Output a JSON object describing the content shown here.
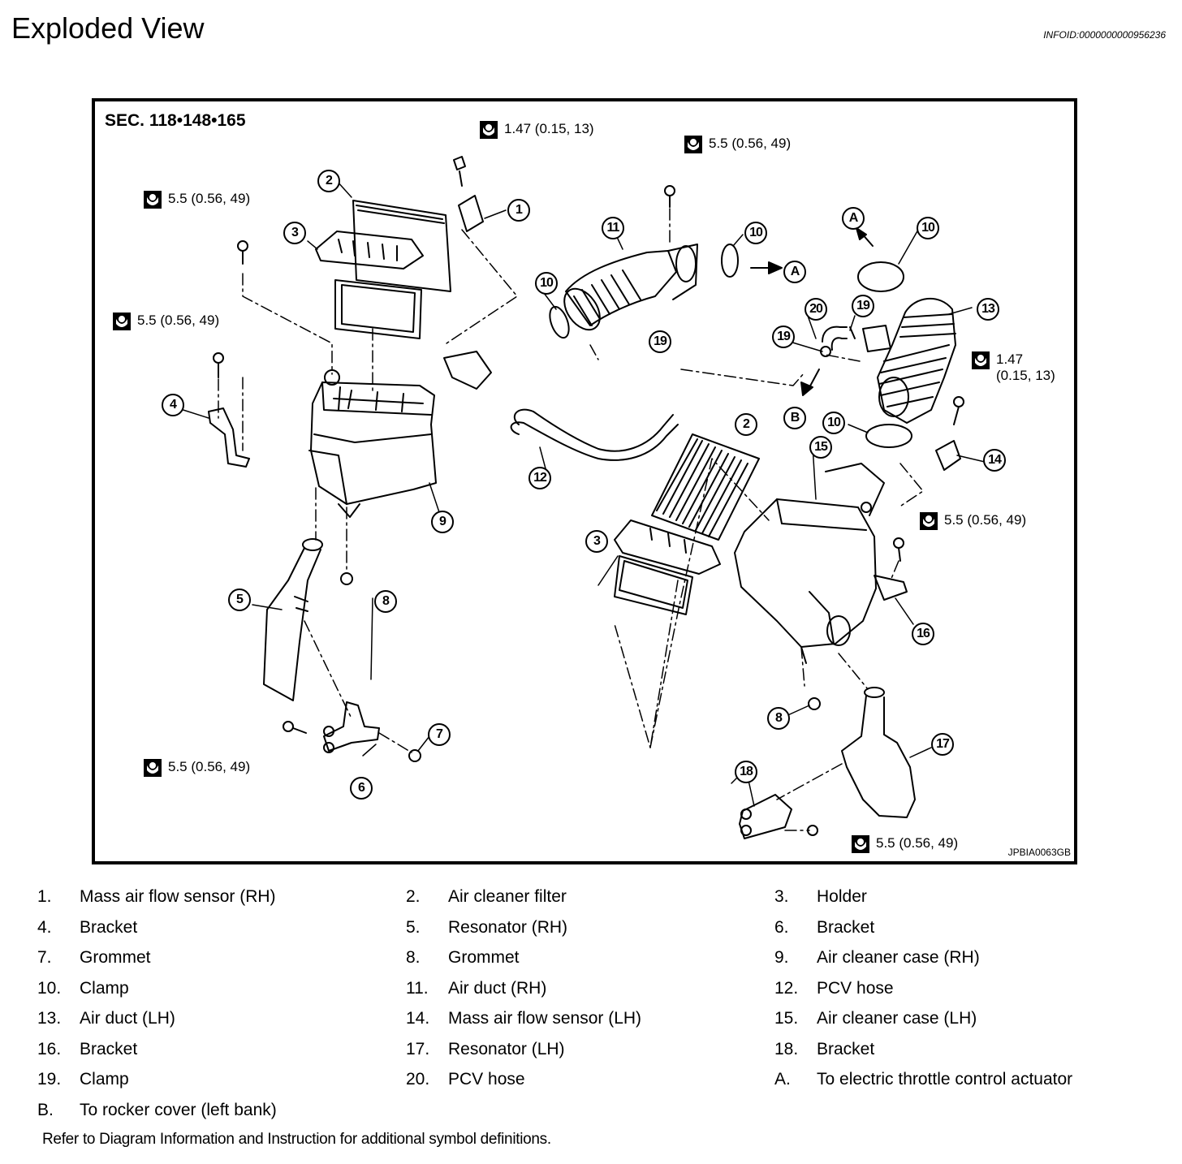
{
  "header": {
    "title": "Exploded View",
    "info_id": "INFOID:0000000000956236"
  },
  "diagram": {
    "section": "SEC. 118•148•165",
    "reference_code": "JPBIA0063GB",
    "torque_icon": "tightening-torque-icon",
    "torque_specs": [
      {
        "id": "t1",
        "value": "1.47 (0.15, 13)"
      },
      {
        "id": "t2",
        "value": "5.5 (0.56, 49)"
      },
      {
        "id": "t3",
        "value": "5.5 (0.56, 49)"
      },
      {
        "id": "t4",
        "value": "5.5 (0.56, 49)"
      },
      {
        "id": "t5",
        "line1": "1.47",
        "line2": "(0.15, 13)"
      },
      {
        "id": "t6",
        "value": "5.5 (0.56, 49)"
      },
      {
        "id": "t7",
        "value": "5.5 (0.56, 49)"
      },
      {
        "id": "t8",
        "value": "5.5 (0.56, 49)"
      }
    ],
    "callouts": [
      "1",
      "2",
      "3",
      "4",
      "5",
      "6",
      "7",
      "8",
      "9",
      "10",
      "11",
      "12",
      "13",
      "14",
      "15",
      "16",
      "17",
      "18",
      "19",
      "20",
      "A",
      "B"
    ],
    "callout_instances": [
      {
        "label": "1"
      },
      {
        "label": "2"
      },
      {
        "label": "3"
      },
      {
        "label": "4"
      },
      {
        "label": "5"
      },
      {
        "label": "6"
      },
      {
        "label": "7"
      },
      {
        "label": "8"
      },
      {
        "label": "9"
      },
      {
        "label": "10"
      },
      {
        "label": "11"
      },
      {
        "label": "10"
      },
      {
        "label": "A"
      },
      {
        "label": "A"
      },
      {
        "label": "10"
      },
      {
        "label": "20"
      },
      {
        "label": "19"
      },
      {
        "label": "13"
      },
      {
        "label": "19"
      },
      {
        "label": "B"
      },
      {
        "label": "12"
      },
      {
        "label": "2"
      },
      {
        "label": "10"
      },
      {
        "label": "15"
      },
      {
        "label": "14"
      },
      {
        "label": "3"
      },
      {
        "label": "16"
      },
      {
        "label": "8"
      },
      {
        "label": "17"
      },
      {
        "label": "18"
      },
      {
        "label": "19"
      }
    ]
  },
  "legend": {
    "items": [
      {
        "num": "1.",
        "text": "Mass air flow sensor (RH)"
      },
      {
        "num": "2.",
        "text": "Air cleaner filter"
      },
      {
        "num": "3.",
        "text": "Holder"
      },
      {
        "num": "4.",
        "text": "Bracket"
      },
      {
        "num": "5.",
        "text": "Resonator (RH)"
      },
      {
        "num": "6.",
        "text": "Bracket"
      },
      {
        "num": "7.",
        "text": "Grommet"
      },
      {
        "num": "8.",
        "text": "Grommet"
      },
      {
        "num": "9.",
        "text": "Air cleaner case (RH)"
      },
      {
        "num": "10.",
        "text": "Clamp"
      },
      {
        "num": "11.",
        "text": "Air duct (RH)"
      },
      {
        "num": "12.",
        "text": "PCV hose"
      },
      {
        "num": "13.",
        "text": "Air duct (LH)"
      },
      {
        "num": "14.",
        "text": "Mass air flow sensor (LH)"
      },
      {
        "num": "15.",
        "text": "Air cleaner case (LH)"
      },
      {
        "num": "16.",
        "text": "Bracket"
      },
      {
        "num": "17.",
        "text": "Resonator (LH)"
      },
      {
        "num": "18.",
        "text": "Bracket"
      },
      {
        "num": "19.",
        "text": "Clamp"
      },
      {
        "num": "20.",
        "text": "PCV hose"
      },
      {
        "num": "A.",
        "text": "To electric throttle control actuator"
      },
      {
        "num": "B.",
        "text": "To rocker cover (left bank)"
      }
    ],
    "footnote": "Refer to Diagram Information and Instruction for additional symbol definitions."
  }
}
